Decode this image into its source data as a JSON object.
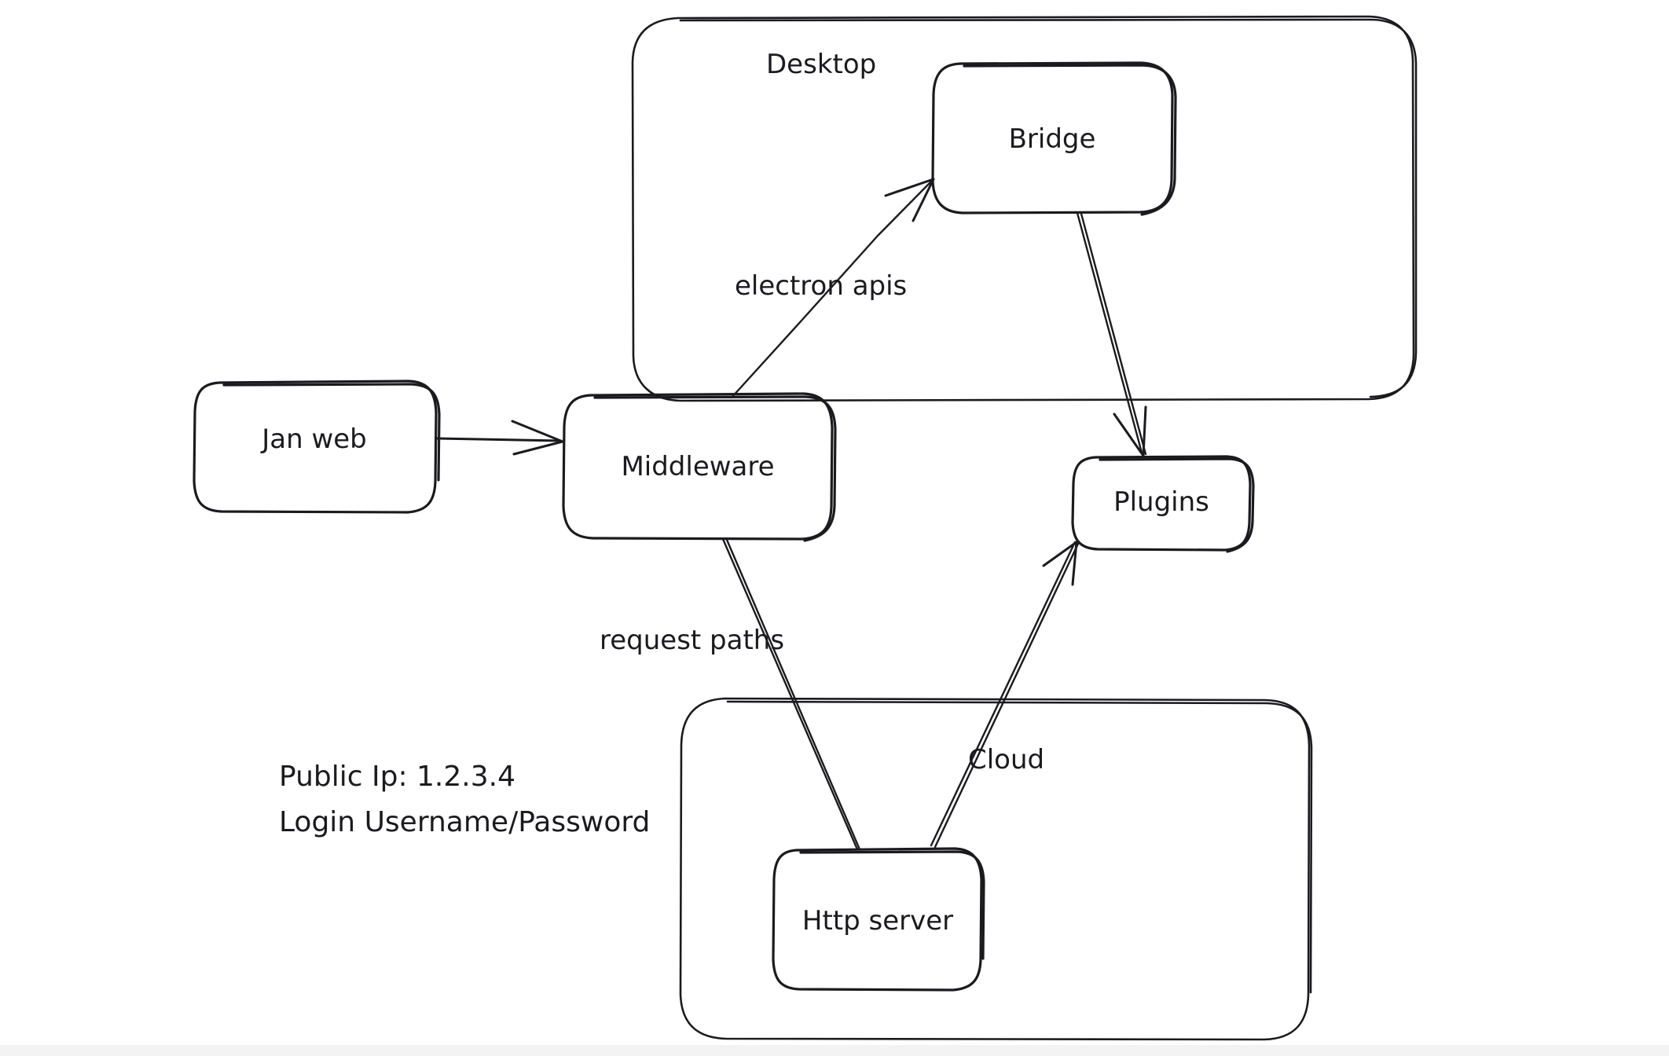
{
  "diagram": {
    "title": "Jan architecture flow",
    "background_color": "#ffffff",
    "ink_color": "#1b1b1f",
    "groups": [
      {
        "id": "desktop",
        "label": "Desktop"
      },
      {
        "id": "cloud",
        "label": ""
      }
    ],
    "nodes": [
      {
        "id": "jan-web",
        "label": "Jan web"
      },
      {
        "id": "middleware",
        "label": "Middleware"
      },
      {
        "id": "bridge",
        "label": "Bridge"
      },
      {
        "id": "plugins",
        "label": "Plugins"
      },
      {
        "id": "http-server",
        "label": "Http server"
      }
    ],
    "edges": [
      {
        "id": "jan-web-to-middleware",
        "from": "jan-web",
        "to": "middleware",
        "label": ""
      },
      {
        "id": "middleware-to-bridge",
        "from": "middleware",
        "to": "bridge",
        "label": "electron apis"
      },
      {
        "id": "bridge-to-plugins",
        "from": "bridge",
        "to": "plugins",
        "label": ""
      },
      {
        "id": "middleware-to-http-server",
        "from": "middleware",
        "to": "http-server",
        "label": "request paths"
      },
      {
        "id": "http-server-to-plugins",
        "from": "http-server",
        "to": "plugins",
        "label": "Cloud"
      }
    ],
    "notes": {
      "public_ip_line": "Public Ip: 1.2.3.4",
      "login_line": "Login Username/Password"
    }
  }
}
